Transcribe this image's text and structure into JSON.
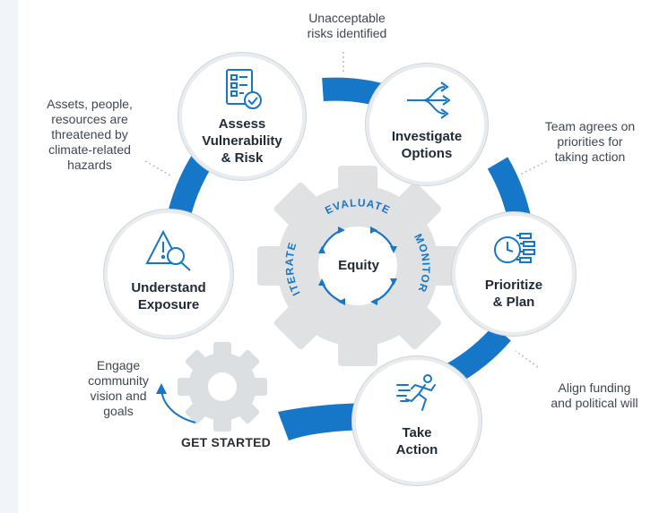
{
  "notes": {
    "unacceptable": "Unacceptable\nrisks identified",
    "assets": "Assets, people,\nresources are\nthreatened by\nclimate-related\nhazards",
    "team": "Team agrees on\npriorities for\ntaking action",
    "align": "Align funding\nand political will",
    "engage": "Engage\ncommunity\nvision and\ngoals"
  },
  "stages": {
    "assess": "Assess\nVulnerability\n& Risk",
    "investigate": "Investigate\nOptions",
    "understand": "Understand\nExposure",
    "prioritize": "Prioritize\n& Plan",
    "take_action": "Take\nAction"
  },
  "start_label": "GET STARTED",
  "center": {
    "label": "Equity",
    "evaluate": "EVALUATE",
    "monitor": "MONITOR",
    "iterate": "ITERATE"
  },
  "colors": {
    "ring": "#1677c8",
    "gear": "#dfe1e3",
    "stage_border": "#e6e8eb",
    "icon": "#1677c8"
  },
  "icons": [
    "checklist-icon",
    "diverging-arrows-icon",
    "warning-magnifier-icon",
    "clock-tasks-icon",
    "running-person-icon"
  ]
}
